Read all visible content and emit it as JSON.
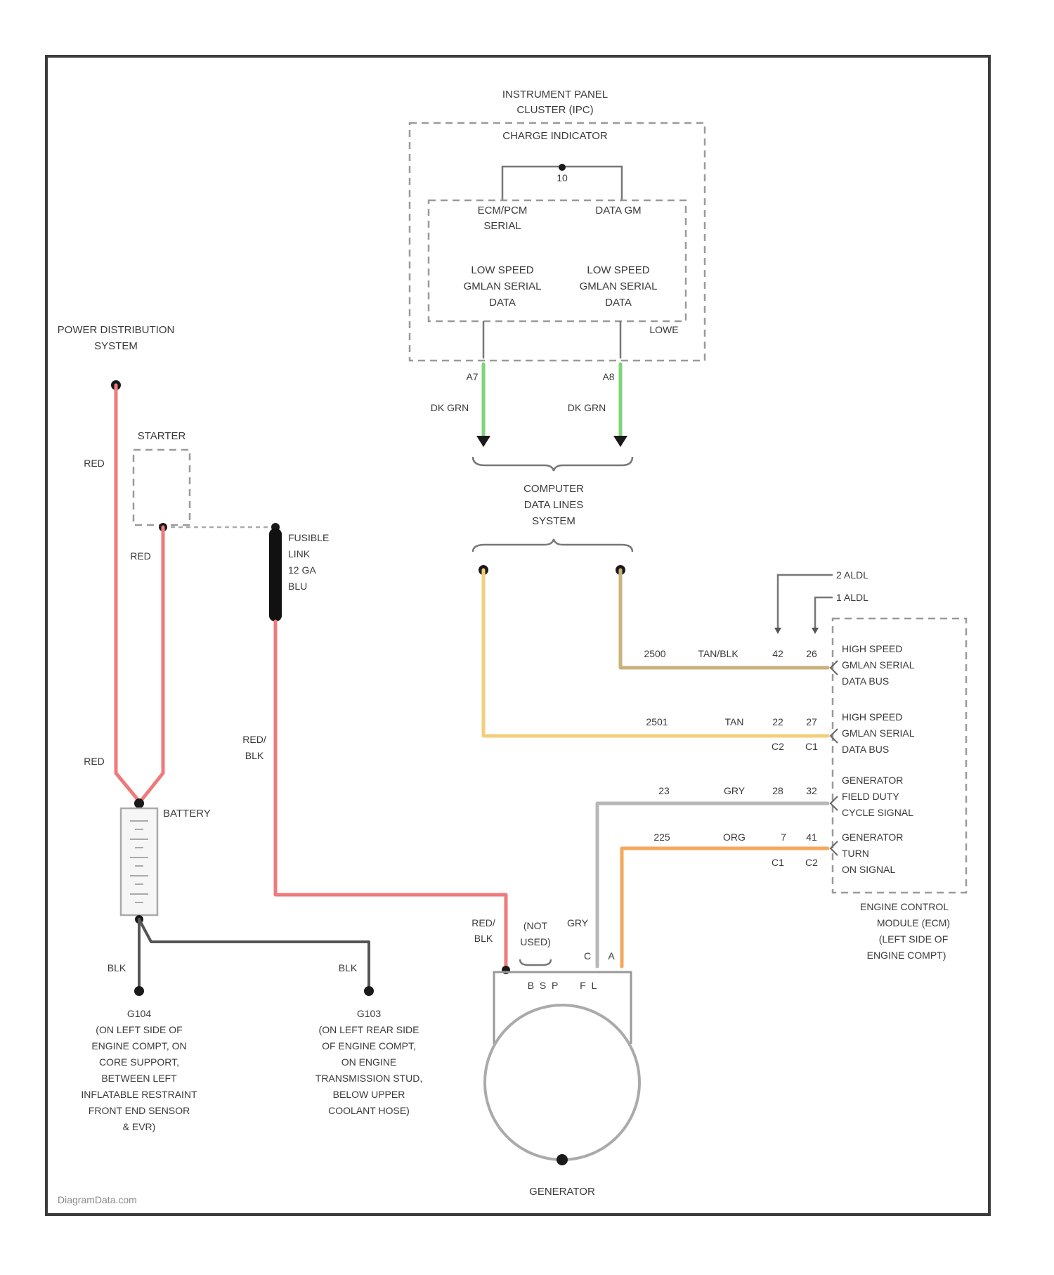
{
  "colors": {
    "red": "#ef7a7a",
    "green": "#7ed47a",
    "yellow": "#f1cf7a",
    "tan": "#c9b37c",
    "orange": "#f4a85c",
    "gray": "#b8b8b8",
    "black": "#1a1a1a"
  },
  "ipc": {
    "title_line1": "INSTRUMENT PANEL",
    "title_line2": "CLUSTER (IPC)",
    "subtitle": "CHARGE INDICATOR",
    "pin_top": "10",
    "left_label_line1": "ECM/PCM",
    "left_label_line2": "SERIAL",
    "right_label": "DATA GM",
    "left_data_line1": "LOW SPEED",
    "left_data_line2": "GMLAN SERIAL",
    "left_data_line3": "DATA",
    "right_data_line1": "LOW SPEED",
    "right_data_line2": "GMLAN SERIAL",
    "right_data_line3": "DATA",
    "conn_label": "LOWE",
    "pin_left": "A7",
    "pin_right": "A8",
    "wire_left": "DK GRN",
    "wire_right": "DK GRN"
  },
  "computer_data": {
    "line1": "COMPUTER",
    "line2": "DATA LINES",
    "line3": "SYSTEM"
  },
  "power_dist": {
    "line1": "POWER DISTRIBUTION",
    "line2": "SYSTEM"
  },
  "starter": {
    "label": "STARTER"
  },
  "fusible": {
    "line1": "FUSIBLE",
    "line2": "LINK",
    "line3": "12 GA",
    "line4": "BLU"
  },
  "wires": {
    "red_top": "RED",
    "red_starter": "RED",
    "red_lower": "RED",
    "red_blk_line1": "RED/",
    "red_blk_line2": "BLK",
    "gen_red_line1": "RED/",
    "gen_red_line2": "BLK",
    "blk_left": "BLK",
    "blk_right": "BLK",
    "gen_gry": "GRY"
  },
  "battery": {
    "label": "BATTERY"
  },
  "ground_g104": {
    "line1": "G104",
    "line2": "(ON LEFT SIDE OF",
    "line3": "ENGINE COMPT, ON",
    "line4": "CORE SUPPORT,",
    "line5": "BETWEEN LEFT",
    "line6": "INFLATABLE RESTRAINT",
    "line7": "FRONT END SENSOR",
    "line8": "& EVR)"
  },
  "ground_g103": {
    "line1": "G103",
    "line2": "(ON LEFT REAR SIDE",
    "line3": "OF ENGINE COMPT,",
    "line4": "ON ENGINE",
    "line5": "TRANSMISSION STUD,",
    "line6": "BELOW UPPER",
    "line7": "COOLANT HOSE)"
  },
  "generator": {
    "label": "GENERATOR",
    "not_used_line1": "(NOT",
    "not_used_line2": "USED)",
    "pins": "B  S  P        F  L",
    "pin_c": "C",
    "pin_a": "A"
  },
  "aldl": {
    "row1": "2 ALDL",
    "row2": "1 ALDL"
  },
  "ecm": {
    "c1_line1": "HIGH SPEED",
    "c1_line2": "GMLAN SERIAL",
    "c1_line3": "DATA BUS",
    "c2_line1": "HIGH SPEED",
    "c2_line2": "GMLAN SERIAL",
    "c2_line3": "DATA BUS",
    "c3_line1": "GENERATOR",
    "c3_line2": "FIELD DUTY",
    "c3_line3": "CYCLE SIGNAL",
    "c4_line1": "GENERATOR",
    "c4_line2": "TURN",
    "c4_line3": "ON SIGNAL",
    "title_line1": "ENGINE CONTROL",
    "title_line2": "MODULE (ECM)",
    "title_line3": "(LEFT SIDE OF",
    "title_line4": "ENGINE COMPT)"
  },
  "ecm_rows": {
    "r1_circuit": "2500",
    "r1_color": "TAN/BLK",
    "r1_pin_a": "42",
    "r1_pin_b": "26",
    "r2_circuit": "2501",
    "r2_color": "TAN",
    "r2_pin_a": "22",
    "r2_pin_b": "27",
    "r2_conn_a": "C2",
    "r2_conn_b": "C1",
    "r3_circuit": "23",
    "r3_color": "GRY",
    "r3_pin_a": "28",
    "r3_pin_b": "32",
    "r4_circuit": "225",
    "r4_color": "ORG",
    "r4_pin_a": "7",
    "r4_pin_b": "41",
    "r4_conn_a": "C1",
    "r4_conn_b": "C2"
  },
  "watermark": "DiagramData.com"
}
